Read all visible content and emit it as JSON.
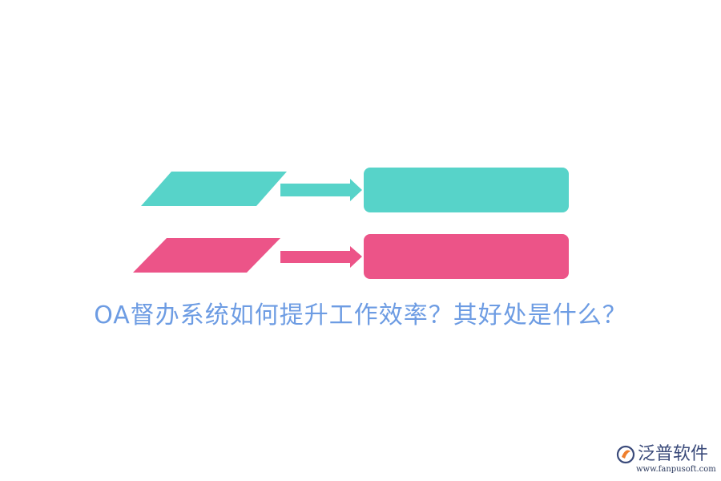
{
  "title": "OA督办系统如何提升工作效率？其好处是什么？",
  "colors": {
    "teal": "#57d3c9",
    "pink": "#ec5488",
    "title": "#6d9ce3",
    "logo_text": "#3a4a7a",
    "logo_mark": "#ef7f2c"
  },
  "rows": [
    {
      "color_key": "teal",
      "label": "",
      "box_text": ""
    },
    {
      "color_key": "pink",
      "label": "",
      "box_text": ""
    }
  ],
  "logo": {
    "name": "泛普软件",
    "url": "www.fanpusoft.com",
    "icon": "fanpu-logo-icon"
  }
}
